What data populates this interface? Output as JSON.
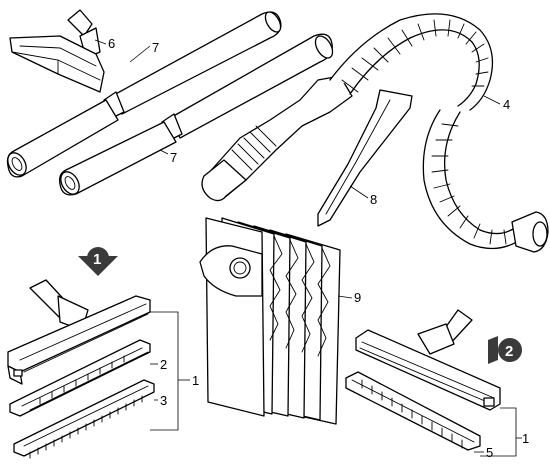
{
  "callouts": {
    "c6": "6",
    "c7a": "7",
    "c7b": "7",
    "c4": "4",
    "c8": "8",
    "c9": "9",
    "c1a": "1",
    "c2": "2",
    "c3": "3",
    "c1b": "1",
    "c5": "5"
  },
  "steps": {
    "step1": "1",
    "step2": "2"
  },
  "colors": {
    "line": "#000000",
    "badge": "#3a3a3a",
    "badge_text": "#ffffff"
  }
}
